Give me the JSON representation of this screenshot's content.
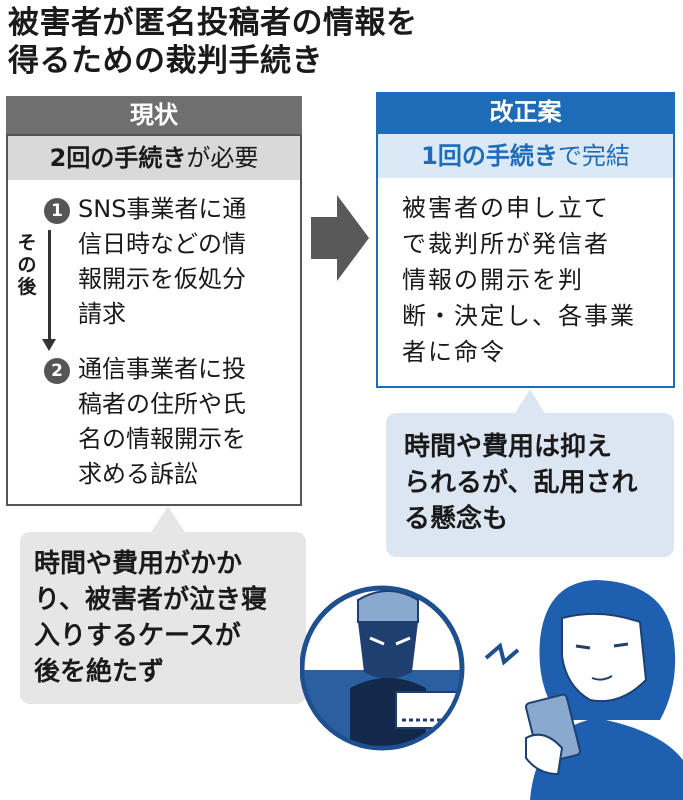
{
  "title": {
    "line1": "被害者が匿名投稿者の情報を",
    "line2": "得るための裁判手続き"
  },
  "current": {
    "header": "現状",
    "sub_bold": "2回の手続き",
    "sub_rest": "が必要",
    "step1_num": "1",
    "step1_lines": [
      "SNS事業者に通",
      "信日時などの情",
      "報開示を仮処分",
      "請求"
    ],
    "after_label": [
      "そ",
      "の",
      "後"
    ],
    "step2_num": "2",
    "step2_lines": [
      "通信事業者に投",
      "稿者の住所や氏",
      "名の情報開示を",
      "求める訴訟"
    ],
    "bubble_lines": [
      "時間や費用がかか",
      "り、被害者が泣き寝",
      "入りするケースが",
      "後を絶たず"
    ]
  },
  "proposal": {
    "header": "改正案",
    "sub_bold": "1回の手続き",
    "sub_rest": "で完結",
    "lines": [
      "被害者の申し立て",
      "で裁判所が発信者",
      "情報の開示を判",
      "断・決定し、各事業",
      "者に命令"
    ],
    "bubble_lines": [
      "時間や費用は抑え",
      "られるが、乱用され",
      "る懸念も"
    ]
  },
  "colors": {
    "gray_header": "#6f6f6f",
    "blue_accent": "#1e6bb8",
    "light_blue": "#dbe6f2",
    "light_gray": "#e6e6e6"
  },
  "icons": [
    "right-arrow-icon",
    "down-arrow-icon",
    "anonymous-poster-illustration",
    "woman-with-phone-illustration"
  ]
}
